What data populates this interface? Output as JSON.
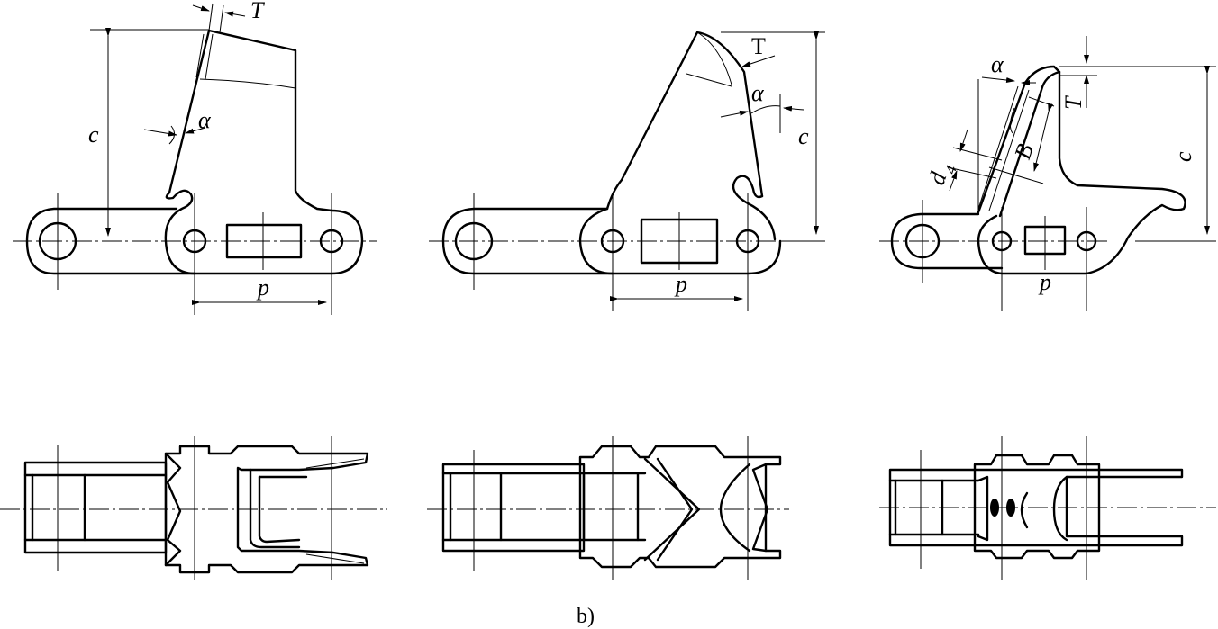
{
  "labels": {
    "T": "T",
    "T_upright": "T",
    "alpha": "α",
    "c": "c",
    "p": "p",
    "d": "d",
    "d_sub": "4",
    "B": "B"
  },
  "caption": "b)"
}
